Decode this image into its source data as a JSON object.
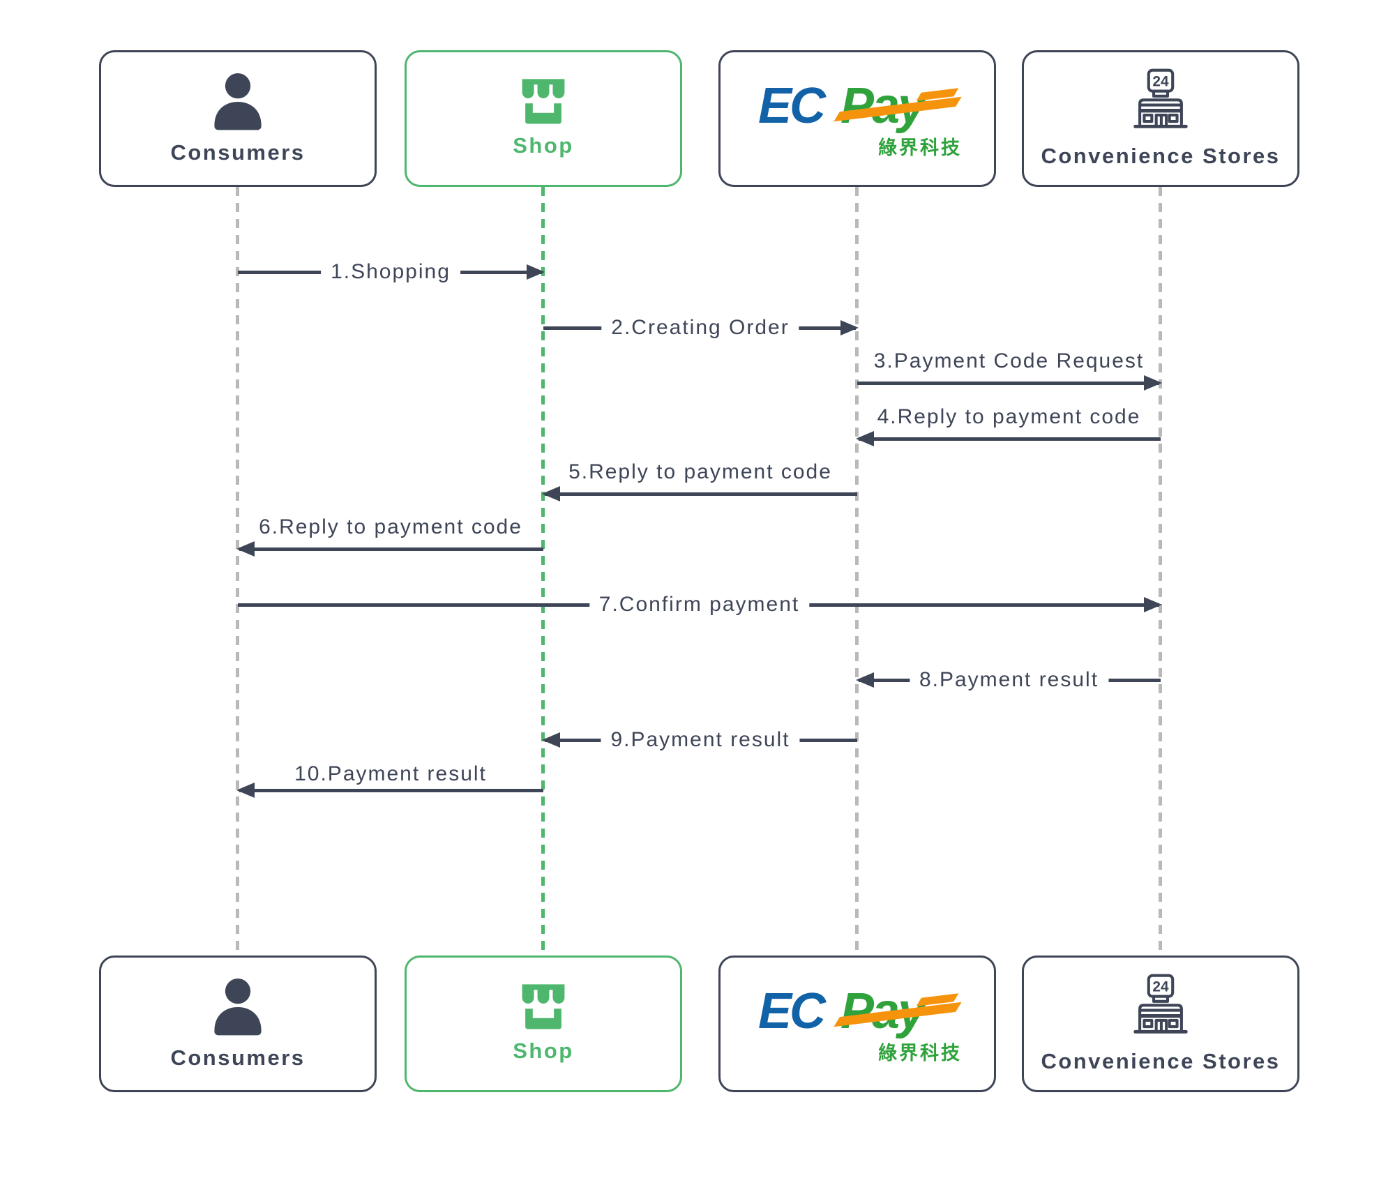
{
  "diagram": {
    "type": "sequence-diagram",
    "background": "#ffffff",
    "colors": {
      "line_dark": "#3e4557",
      "accent_green": "#4eb66d",
      "lifeline_gray": "#b9b9b9",
      "ecpay_blue": "#1262a8",
      "ecpay_green": "#2fa23c",
      "ecpay_orange": "#f6930c"
    },
    "actors": [
      {
        "id": "consumers",
        "label": "Consumers",
        "icon": "person-icon",
        "accent": "dark"
      },
      {
        "id": "shop",
        "label": "Shop",
        "icon": "storefront-icon",
        "accent": "green"
      },
      {
        "id": "ecpay",
        "icon": "ecpay-logo",
        "accent": "dark",
        "logo_ec": "EC",
        "logo_pay": "Pay",
        "logo_subtitle": "綠界科技"
      },
      {
        "id": "convenience-stores",
        "label": "Convenience Stores",
        "icon": "convenience-store-icon",
        "accent": "dark",
        "sign_text": "24"
      }
    ],
    "messages": [
      {
        "num": 1,
        "label": "1.Shopping",
        "from": "consumers",
        "to": "shop",
        "direction": "right",
        "label_position": "inline"
      },
      {
        "num": 2,
        "label": "2.Creating Order",
        "from": "shop",
        "to": "ecpay",
        "direction": "right",
        "label_position": "inline"
      },
      {
        "num": 3,
        "label": "3.Payment Code Request",
        "from": "ecpay",
        "to": "convenience-stores",
        "direction": "right",
        "label_position": "above"
      },
      {
        "num": 4,
        "label": "4.Reply to payment code",
        "from": "convenience-stores",
        "to": "ecpay",
        "direction": "left",
        "label_position": "above"
      },
      {
        "num": 5,
        "label": "5.Reply to payment code",
        "from": "ecpay",
        "to": "shop",
        "direction": "left",
        "label_position": "above"
      },
      {
        "num": 6,
        "label": "6.Reply to payment code",
        "from": "shop",
        "to": "consumers",
        "direction": "left",
        "label_position": "above"
      },
      {
        "num": 7,
        "label": "7.Confirm payment",
        "from": "consumers",
        "to": "convenience-stores",
        "direction": "right",
        "label_position": "inline"
      },
      {
        "num": 8,
        "label": "8.Payment result",
        "from": "convenience-stores",
        "to": "ecpay",
        "direction": "left",
        "label_position": "inline"
      },
      {
        "num": 9,
        "label": "9.Payment result",
        "from": "ecpay",
        "to": "shop",
        "direction": "left",
        "label_position": "inline"
      },
      {
        "num": 10,
        "label": "10.Payment result",
        "from": "shop",
        "to": "consumers",
        "direction": "left",
        "label_position": "above"
      }
    ]
  }
}
